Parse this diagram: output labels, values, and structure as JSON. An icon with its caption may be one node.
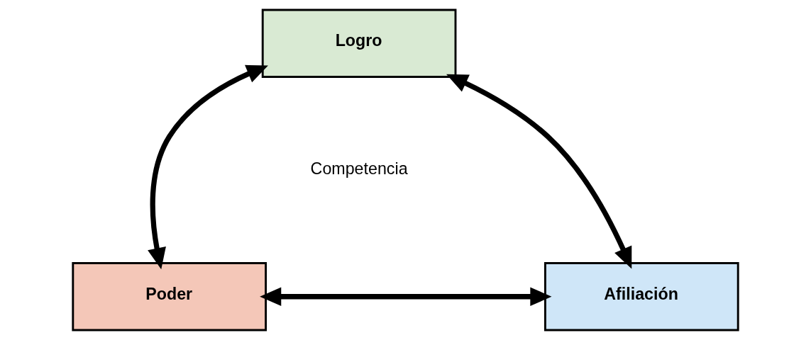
{
  "diagram": {
    "nodes": [
      {
        "text": [
          "Logro"
        ]
      },
      {
        "text": [
          "Poder"
        ]
      },
      {
        "text": [
          "Afiliación"
        ]
      }
    ],
    "edges": [
      {
        "from": 0,
        "to": 1,
        "arrow": "both"
      },
      {
        "from": 0,
        "to": 2,
        "arrow": "both"
      },
      {
        "from": 1,
        "to": 2,
        "arrow": "both"
      }
    ],
    "labels": [
      "Competencia"
    ]
  }
}
